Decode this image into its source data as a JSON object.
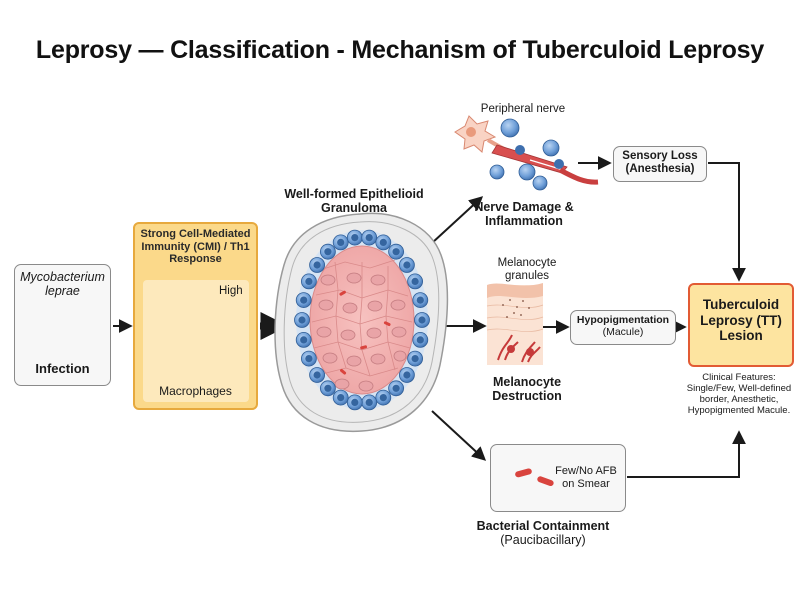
{
  "title": "Leprosy — Classification - Mechanism of Tuberculoid Leprosy",
  "infection": {
    "organism": "Mycobacterium leprae",
    "label": "Infection"
  },
  "cmi": {
    "title": "Strong Cell-Mediated Immunity (CMI) / Th1 Response",
    "high": "High",
    "macrophages": "Macrophages"
  },
  "granuloma": {
    "title": "Well-formed Epithelioid Granuloma"
  },
  "nerve": {
    "top_label": "Peripheral nerve",
    "label": "Nerve Damage & Inflammation",
    "outcome": "Sensory Loss (Anesthesia)"
  },
  "melanocyte": {
    "top_label": "Melanocyte granules",
    "label": "Melanocyte Destruction",
    "outcome_title": "Hypopigmentation",
    "outcome_sub": "(Macule)"
  },
  "bacteria": {
    "smear": "Few/No AFB on Smear",
    "label": "Bacterial Containment",
    "sub": "(Paucibacillary)"
  },
  "lesion": {
    "title": "Tuberculoid Leprosy (TT) Lesion",
    "clinical_features": "Clinical Features: Single/Few, Well-defined border, Anesthetic, Hypopigmented Macule."
  },
  "colors": {
    "cmi_fill": "#fbd98a",
    "lesion_border": "#e25b34",
    "bacilli": "#d9443e",
    "immune_cell": "#6f9fd8"
  }
}
